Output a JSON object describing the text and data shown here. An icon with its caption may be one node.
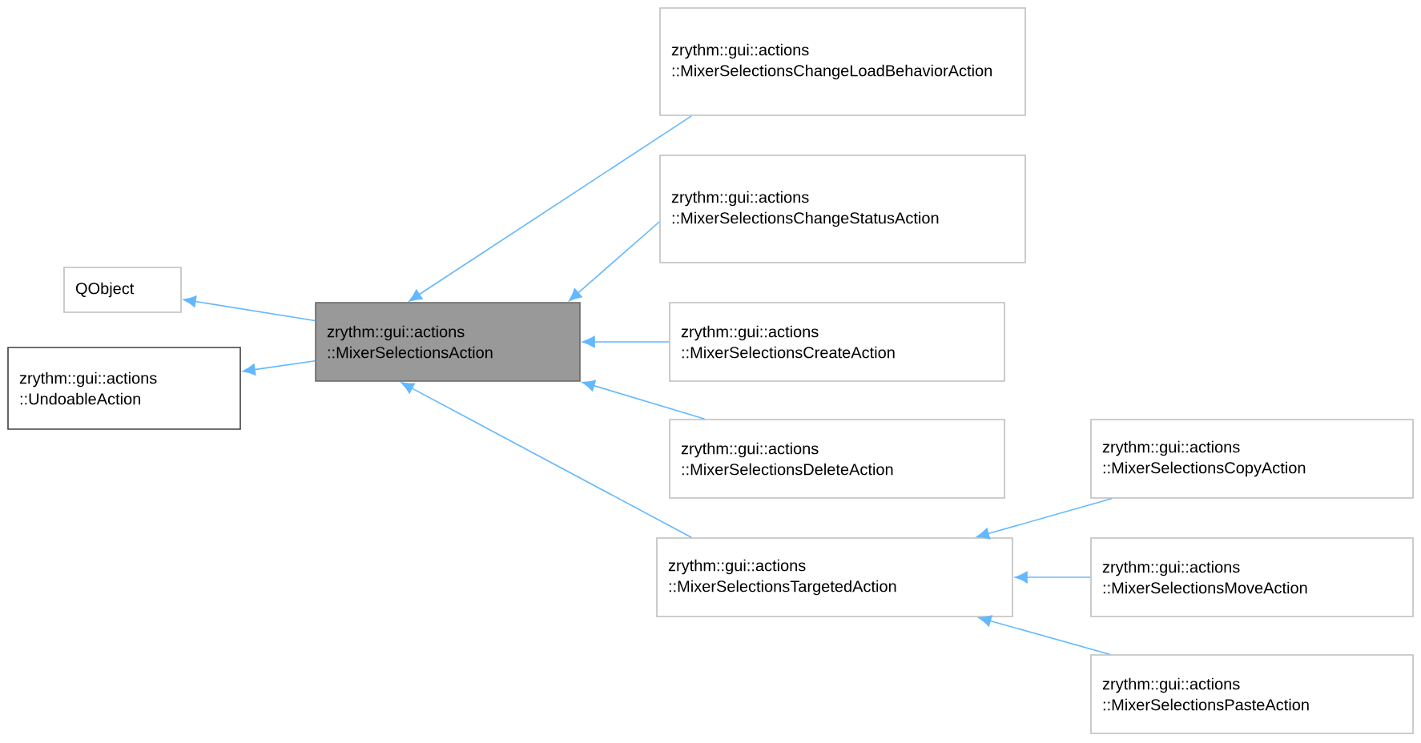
{
  "diagram": {
    "nodes": [
      {
        "text": [
          "QObject"
        ]
      },
      {
        "text": [
          "zrythm::gui::actions ::UndoableAction"
        ]
      },
      {
        "text": [
          "zrythm::gui::actions ::MixerSelectionsAction"
        ]
      },
      {
        "text": [
          "zrythm::gui::actions ::MixerSelectionsChangeLoadBehaviorAction"
        ]
      },
      {
        "text": [
          "zrythm::gui::actions ::MixerSelectionsChangeStatusAction"
        ]
      },
      {
        "text": [
          "zrythm::gui::actions ::MixerSelectionsCreateAction"
        ]
      },
      {
        "text": [
          "zrythm::gui::actions ::MixerSelectionsDeleteAction"
        ]
      },
      {
        "text": [
          "zrythm::gui::actions ::MixerSelectionsTargetedAction"
        ]
      },
      {
        "text": [
          "zrythm::gui::actions ::MixerSelectionsCopyAction"
        ]
      },
      {
        "text": [
          "zrythm::gui::actions ::MixerSelectionsMoveAction"
        ]
      },
      {
        "text": [
          "zrythm::gui::actions ::MixerSelectionsPasteAction"
        ]
      }
    ],
    "edges": [
      {
        "from": 2,
        "to": 0,
        "arrow": "to"
      },
      {
        "from": 2,
        "to": 1,
        "arrow": "to"
      },
      {
        "from": 3,
        "to": 2,
        "arrow": "to"
      },
      {
        "from": 4,
        "to": 2,
        "arrow": "to"
      },
      {
        "from": 5,
        "to": 2,
        "arrow": "to"
      },
      {
        "from": 6,
        "to": 2,
        "arrow": "to"
      },
      {
        "from": 7,
        "to": 2,
        "arrow": "to"
      },
      {
        "from": 8,
        "to": 7,
        "arrow": "to"
      },
      {
        "from": 9,
        "to": 7,
        "arrow": "to"
      },
      {
        "from": 10,
        "to": 7,
        "arrow": "to"
      }
    ]
  }
}
